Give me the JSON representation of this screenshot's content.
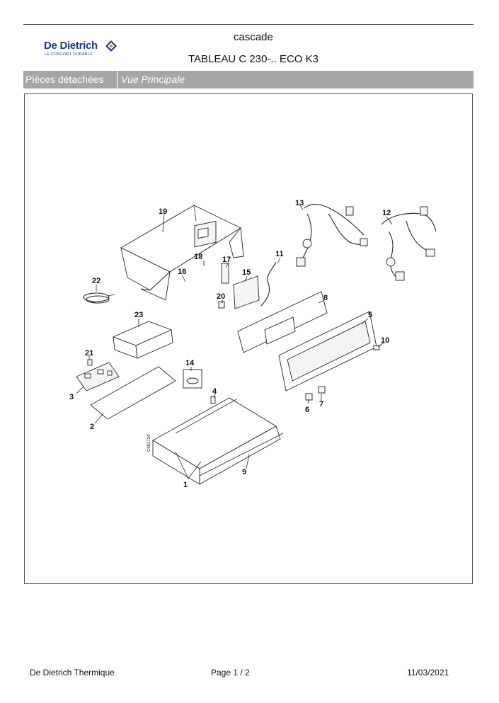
{
  "header": {
    "brand_name": "De Dietrich",
    "brand_tagline": "LE CONFORT DURABLE",
    "subtitle": "cascade",
    "title": "TABLEAU C 230-.. ECO K3"
  },
  "tabs": {
    "tab1": "Pièces détachées",
    "tab2": "Vue Principale"
  },
  "diagram": {
    "side_code": "C001724",
    "callouts": [
      "1",
      "2",
      "3",
      "4",
      "5",
      "6",
      "7",
      "8",
      "9",
      "10",
      "11",
      "12",
      "13",
      "14",
      "15",
      "16",
      "17",
      "18",
      "19",
      "20",
      "21",
      "22",
      "23"
    ]
  },
  "footer": {
    "company": "De Dietrich Thermique",
    "page": "Page   1  /  2",
    "date": "11/03/2021"
  },
  "colors": {
    "brand_blue": "#1d3a8a",
    "brand_orange": "#f0a020",
    "tab_grey": "#a6a6a6"
  }
}
